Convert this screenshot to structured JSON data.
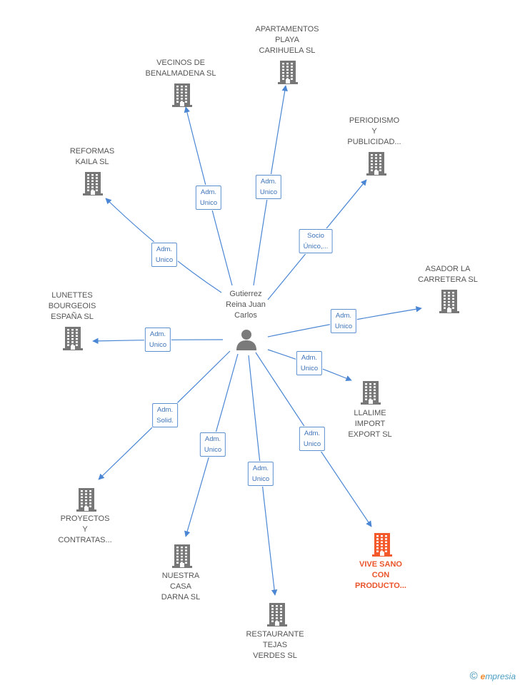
{
  "colors": {
    "edge": "#4a86d4",
    "building": "#777777",
    "building_highlight": "#f4592b",
    "person": "#7a7a7a"
  },
  "center": {
    "label_lines": [
      "Gutierrez",
      "Reina Juan",
      "Carlos"
    ],
    "icon": "person-icon"
  },
  "nodes": [
    {
      "id": "apartamentos",
      "lines": [
        "APARTAMENTOS",
        "PLAYA",
        "CARIHUELA SL"
      ],
      "icon": "building-icon",
      "role": [
        "Adm.",
        "Unico"
      ]
    },
    {
      "id": "vecinos",
      "lines": [
        "VECINOS DE",
        "BENALMADENA SL"
      ],
      "icon": "building-icon",
      "role": [
        "Adm.",
        "Unico"
      ]
    },
    {
      "id": "periodismo",
      "lines": [
        "PERIODISMO",
        "Y",
        "PUBLICIDAD..."
      ],
      "icon": "building-icon",
      "role": [
        "Socio",
        "Único,..."
      ]
    },
    {
      "id": "reformas",
      "lines": [
        "REFORMAS",
        "KAILA SL"
      ],
      "icon": "building-icon",
      "role": [
        "Adm.",
        "Unico"
      ]
    },
    {
      "id": "asador",
      "lines": [
        "ASADOR LA",
        "CARRETERA SL"
      ],
      "icon": "building-icon",
      "role": [
        "Adm.",
        "Unico"
      ]
    },
    {
      "id": "lunettes",
      "lines": [
        "LUNETTES",
        "BOURGEOIS",
        "ESPAÑA SL"
      ],
      "icon": "building-icon",
      "role": [
        "Adm.",
        "Unico"
      ]
    },
    {
      "id": "llalime",
      "lines": [
        "LLALIME",
        "IMPORT",
        "EXPORT SL"
      ],
      "icon": "building-icon",
      "role": [
        "Adm.",
        "Unico"
      ]
    },
    {
      "id": "proyectos",
      "lines": [
        "PROYECTOS",
        "Y",
        "CONTRATAS..."
      ],
      "icon": "building-icon",
      "role": [
        "Adm.",
        "Solid."
      ]
    },
    {
      "id": "nuestra",
      "lines": [
        "NUESTRA",
        "CASA",
        "DARNA SL"
      ],
      "icon": "building-icon",
      "role": [
        "Adm.",
        "Unico"
      ]
    },
    {
      "id": "vivesano",
      "lines": [
        "VIVE SANO",
        "CON",
        "PRODUCTO..."
      ],
      "icon": "building-icon",
      "role": [
        "Adm.",
        "Unico"
      ],
      "highlight": true
    },
    {
      "id": "restaurante",
      "lines": [
        "RESTAURANTE",
        "TEJAS",
        "VERDES SL"
      ],
      "icon": "building-icon",
      "role": [
        "Adm.",
        "Unico"
      ]
    }
  ],
  "footer": {
    "copyright_symbol": "©",
    "brand_initial": "e",
    "brand_rest": "mpresia"
  }
}
